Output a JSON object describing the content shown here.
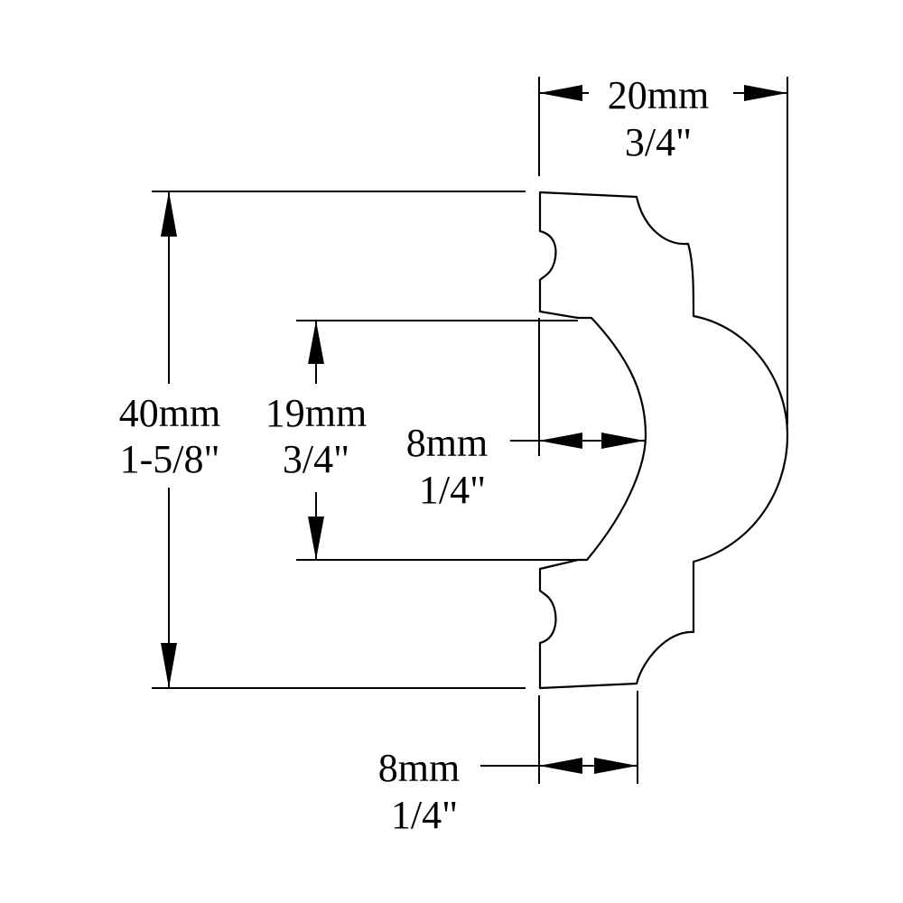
{
  "diagram": {
    "type": "molding-profile-cross-section",
    "dimensions": {
      "width_top": {
        "metric": "20mm",
        "imperial": "3/4\""
      },
      "height_total": {
        "metric": "40mm",
        "imperial": "1-5/8\""
      },
      "cove_height": {
        "metric": "19mm",
        "imperial": "3/4\""
      },
      "cove_depth": {
        "metric": "8mm",
        "imperial": "1/4\""
      },
      "base_thickness": {
        "metric": "8mm",
        "imperial": "1/4\""
      }
    },
    "colors": {
      "line": "#000000",
      "background": "#ffffff"
    }
  }
}
